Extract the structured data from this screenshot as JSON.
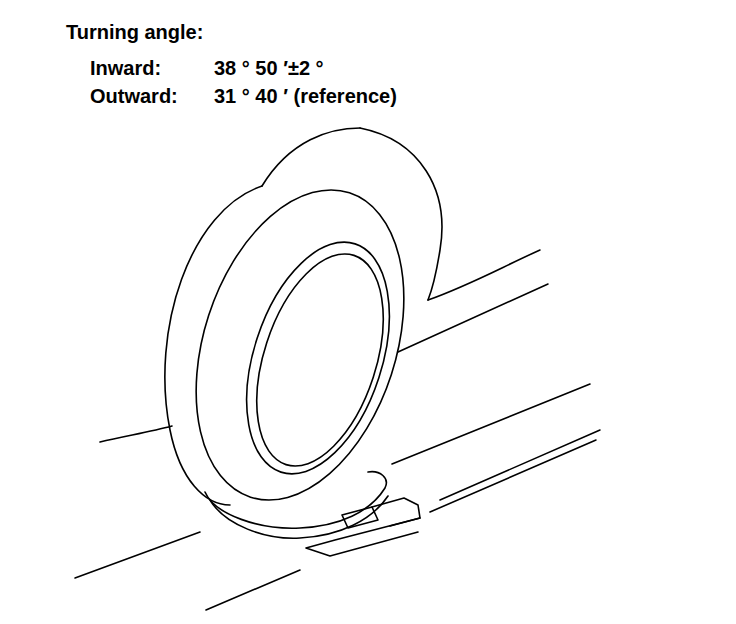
{
  "diagram": {
    "title": "Turning angle:",
    "labels": [
      "Inward:",
      "38 ° 50 ′±2 °",
      "Outward:",
      "31 ° 40 ′ (reference)"
    ]
  }
}
